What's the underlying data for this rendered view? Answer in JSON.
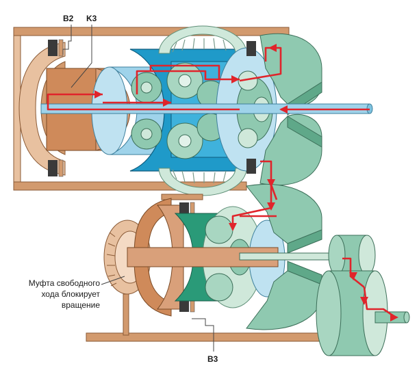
{
  "labels": {
    "b2": "B2",
    "k3": "K3",
    "b3": "B3",
    "freewheel_line1": "Муфта свободного",
    "freewheel_line2": "хода блокирует",
    "freewheel_line3": "вращение"
  },
  "colors": {
    "housing": "#d29a6e",
    "housing_light": "#e8c1a0",
    "drum_orange": "#cf8a5a",
    "blue_dark": "#1f9ac9",
    "blue_light": "#9fd3ea",
    "green_gear": "#8fc9b0",
    "green_pale": "#cfe8da",
    "flow_arrow": "#e0242b",
    "leader": "#444444"
  },
  "icons": {
    "flow_arrow": "red-arrow",
    "leader_line": "thin-leader"
  }
}
